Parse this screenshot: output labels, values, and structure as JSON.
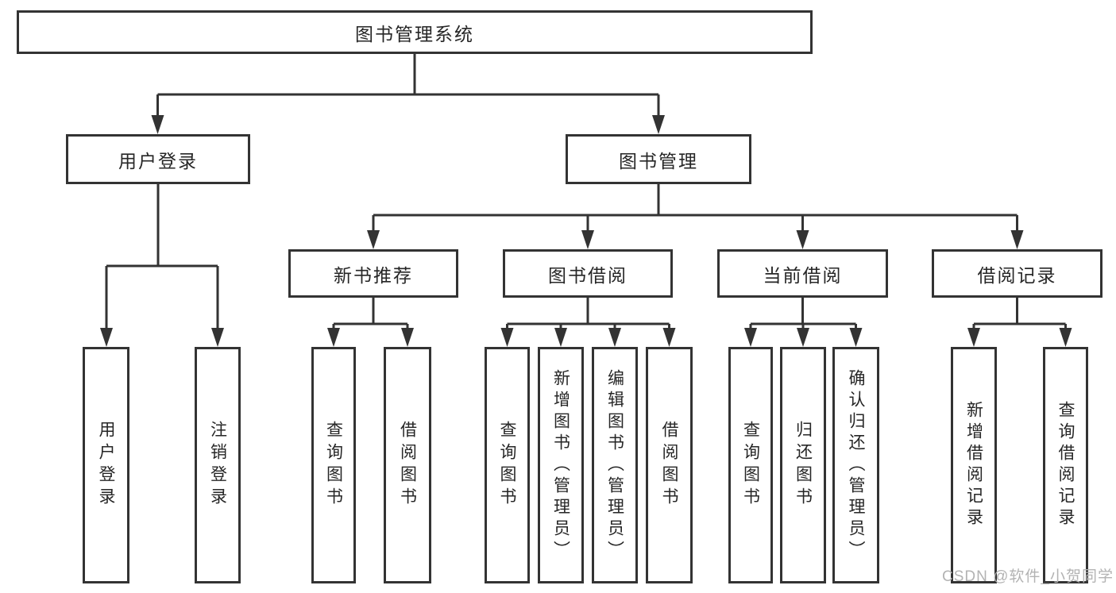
{
  "diagram": {
    "root": {
      "label": "图书管理系统"
    },
    "branches": [
      {
        "label": "用户登录",
        "children": [
          {
            "label": "用户登录"
          },
          {
            "label": "注销登录"
          }
        ]
      },
      {
        "label": "图书管理",
        "children": [
          {
            "label": "新书推荐",
            "children": [
              {
                "label": "查询图书"
              },
              {
                "label": "借阅图书"
              }
            ]
          },
          {
            "label": "图书借阅",
            "children": [
              {
                "label": "查询图书"
              },
              {
                "label": "新增图书（管理员）"
              },
              {
                "label": "编辑图书（管理员）"
              },
              {
                "label": "借阅图书"
              }
            ]
          },
          {
            "label": "当前借阅",
            "children": [
              {
                "label": "查询图书"
              },
              {
                "label": "归还图书"
              },
              {
                "label": "确认归还（管理员）"
              }
            ]
          },
          {
            "label": "借阅记录",
            "children": [
              {
                "label": "新增借阅记录"
              },
              {
                "label": "查询借阅记录"
              }
            ]
          }
        ]
      }
    ]
  },
  "watermark": {
    "text": "CSDN @软件_小贺同学"
  },
  "colors": {
    "line": "#333333",
    "box_border": "#333333",
    "text": "#262626",
    "watermark": "#b3b3b3",
    "background": "#ffffff"
  }
}
